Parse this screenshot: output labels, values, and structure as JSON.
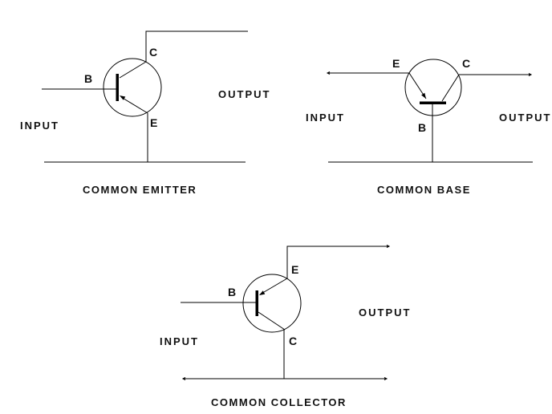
{
  "figures": [
    {
      "title": "COMMON EMITTER",
      "input_label": "INPUT",
      "output_label": "OUTPUT",
      "labels": {
        "b": "B",
        "c": "C",
        "e": "E"
      }
    },
    {
      "title": "COMMON BASE",
      "input_label": "INPUT",
      "output_label": "OUTPUT",
      "labels": {
        "b": "B",
        "c": "C",
        "e": "E"
      }
    },
    {
      "title": "COMMON COLLECTOR",
      "input_label": "INPUT",
      "output_label": "OUTPUT",
      "labels": {
        "b": "B",
        "c": "C",
        "e": "E"
      }
    }
  ],
  "colors": {
    "line": "#000000",
    "text": "#111111",
    "background": "#ffffff"
  }
}
